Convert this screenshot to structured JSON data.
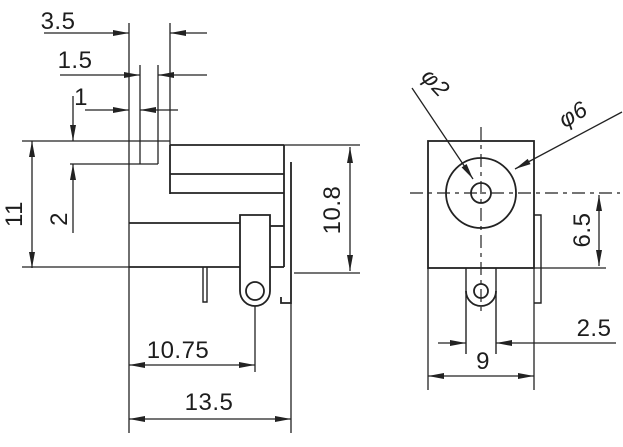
{
  "colors": {
    "line": "#222222",
    "background": "#ffffff"
  },
  "side_view": {
    "dim_3_5": "3.5",
    "dim_1_5": "1.5",
    "dim_1": "1",
    "dim_2": "2",
    "dim_11": "11",
    "dim_10_8": "10.8",
    "dim_10_75": "10.75",
    "dim_13_5": "13.5"
  },
  "front_view": {
    "dim_phi_2": "φ2",
    "dim_phi_6": "φ6",
    "dim_6_5": "6.5",
    "dim_2_5": "2.5",
    "dim_9": "9"
  }
}
